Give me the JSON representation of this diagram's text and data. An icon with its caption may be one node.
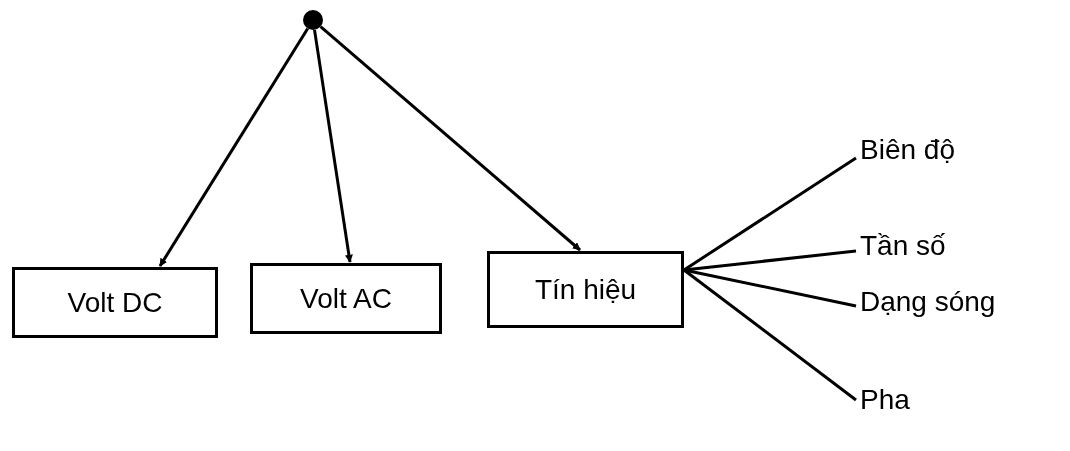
{
  "diagram": {
    "nodes": [
      {
        "text": [],
        "shape": "circle"
      },
      {
        "text": [
          "Volt DC"
        ]
      },
      {
        "text": [
          "Volt AC"
        ]
      },
      {
        "text": [
          "Tín hiệu"
        ]
      },
      {
        "text": [
          "Biên độ"
        ]
      },
      {
        "text": [
          "Tần số"
        ]
      },
      {
        "text": [
          "Dạng sóng"
        ]
      },
      {
        "text": [
          "Pha"
        ]
      }
    ],
    "edges": [
      {
        "from": 0,
        "to": 1,
        "arrow": "to"
      },
      {
        "from": 0,
        "to": 2,
        "arrow": "to"
      },
      {
        "from": 0,
        "to": 3,
        "arrow": "to"
      },
      {
        "from": 3,
        "to": 4,
        "arrow": "none"
      },
      {
        "from": 3,
        "to": 5,
        "arrow": "none"
      },
      {
        "from": 3,
        "to": 6,
        "arrow": "none"
      },
      {
        "from": 3,
        "to": 7,
        "arrow": "none"
      }
    ]
  }
}
